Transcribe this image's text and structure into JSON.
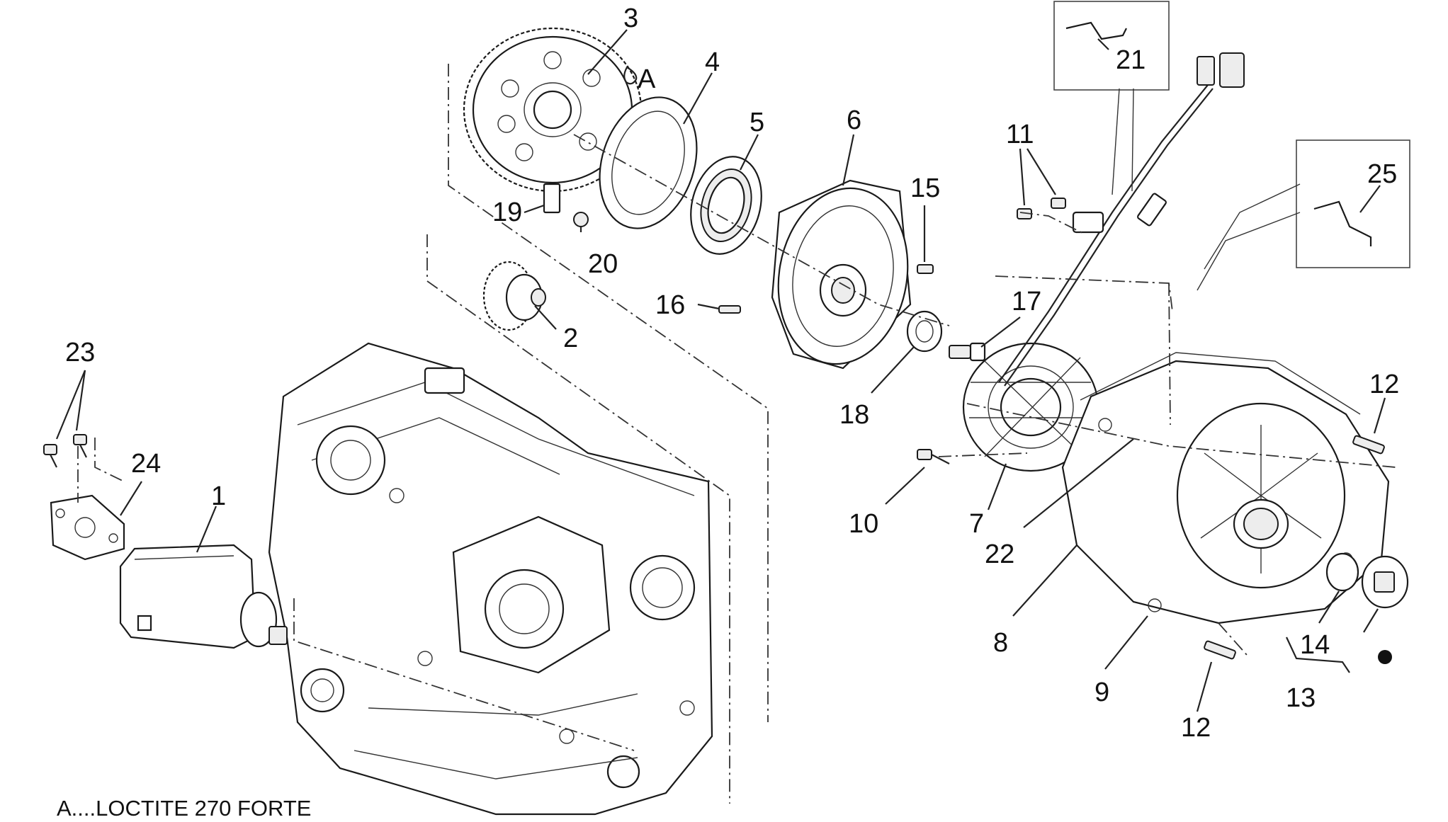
{
  "diagram": {
    "callouts": [
      {
        "id": "c1",
        "text": "1"
      },
      {
        "id": "c2",
        "text": "2"
      },
      {
        "id": "c3",
        "text": "3"
      },
      {
        "id": "c4",
        "text": "4"
      },
      {
        "id": "c5",
        "text": "5"
      },
      {
        "id": "c6",
        "text": "6"
      },
      {
        "id": "c7",
        "text": "7"
      },
      {
        "id": "c8",
        "text": "8"
      },
      {
        "id": "c9",
        "text": "9"
      },
      {
        "id": "c10",
        "text": "10"
      },
      {
        "id": "c11",
        "text": "11"
      },
      {
        "id": "c12a",
        "text": "12"
      },
      {
        "id": "c12b",
        "text": "12"
      },
      {
        "id": "c13",
        "text": "13"
      },
      {
        "id": "c14",
        "text": "14"
      },
      {
        "id": "c15",
        "text": "15"
      },
      {
        "id": "c16",
        "text": "16"
      },
      {
        "id": "c17",
        "text": "17"
      },
      {
        "id": "c18",
        "text": "18"
      },
      {
        "id": "c19",
        "text": "19"
      },
      {
        "id": "c20",
        "text": "20"
      },
      {
        "id": "c21",
        "text": "21"
      },
      {
        "id": "c22",
        "text": "22"
      },
      {
        "id": "c23",
        "text": "23"
      },
      {
        "id": "c24",
        "text": "24"
      },
      {
        "id": "c25",
        "text": "25"
      }
    ],
    "loctite_marker": "A",
    "footnote": "A....LOCTITE 270 FORTE"
  }
}
